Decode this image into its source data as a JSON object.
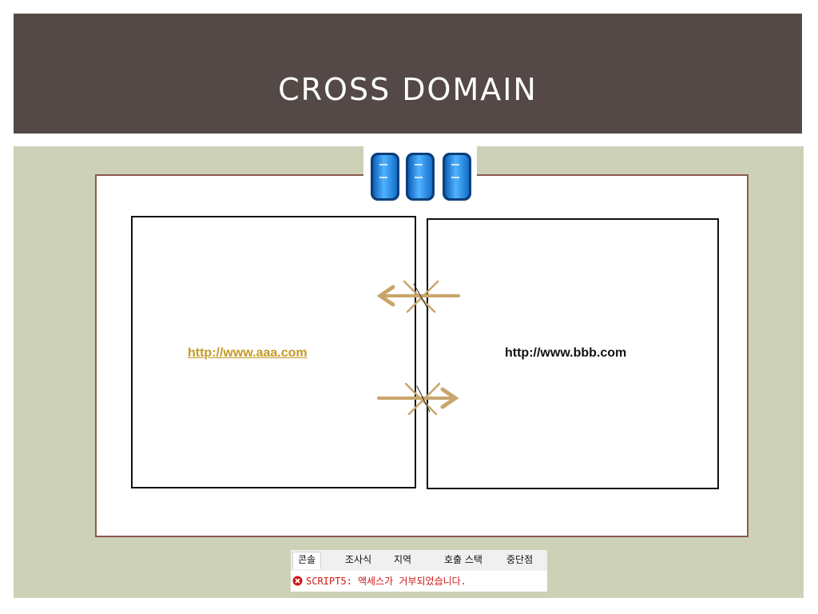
{
  "slide": {
    "title": "CROSS DOMAIN"
  },
  "diagram": {
    "left_url": "http://www.aaa.com",
    "right_url": "http://www.bbb.com",
    "server_icon_count": 3,
    "colors": {
      "title_bar": "#544946",
      "content_bg": "#cdd1b8",
      "frame_border": "#8a5a4a",
      "link": "#c49a24",
      "arrow": "#c9a56b",
      "server": "#1f8fe0"
    }
  },
  "console": {
    "tabs": [
      "콘솔",
      "조사식",
      "지역",
      "호출 스택",
      "중단점"
    ],
    "active_tab": "콘솔",
    "error_message": "SCRIPT5: 액세스가 거부되었습니다.",
    "error_color": "#d01818"
  }
}
